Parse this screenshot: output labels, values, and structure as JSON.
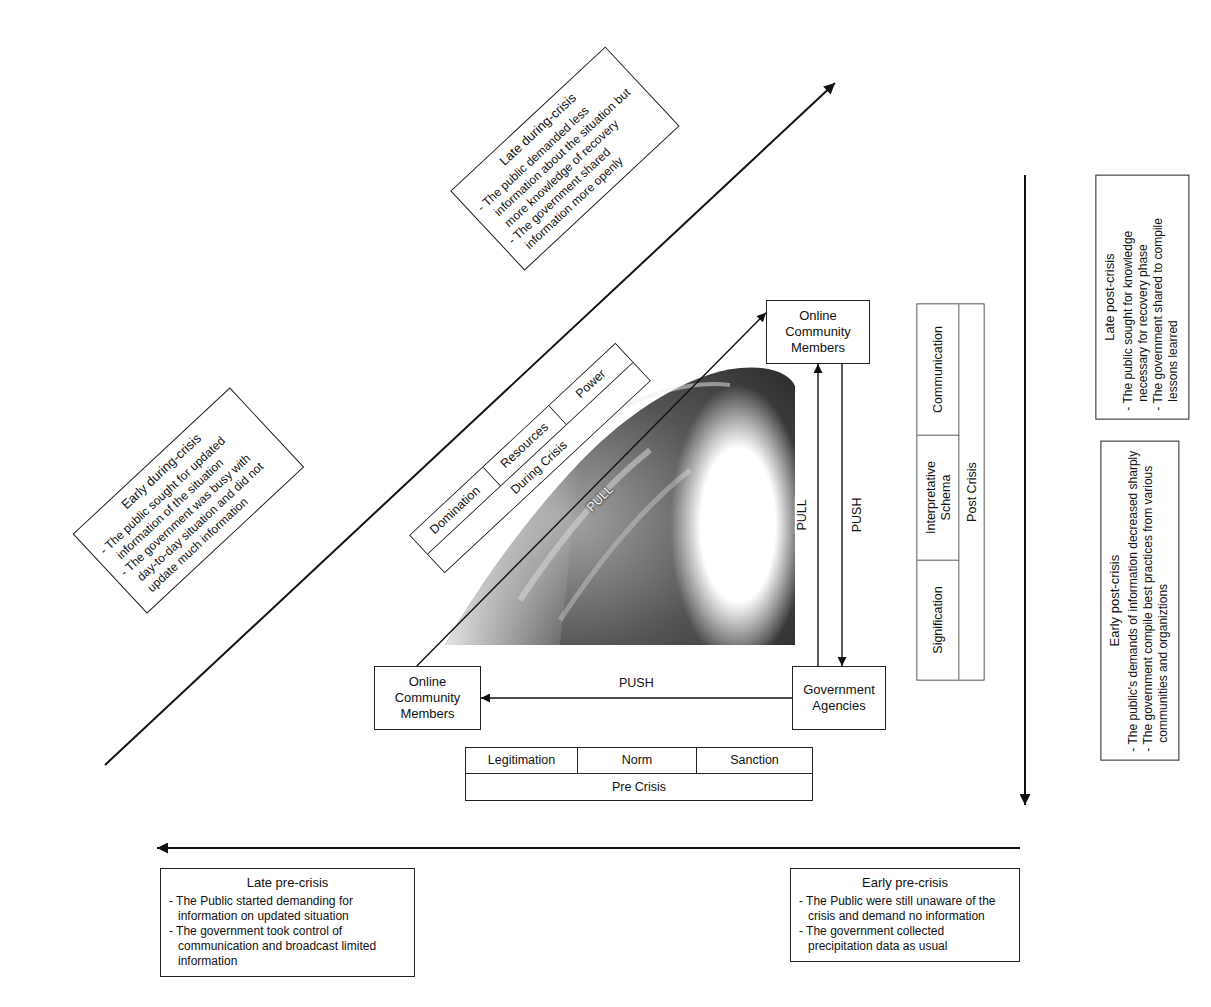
{
  "diagram": {
    "nodes": [
      {
        "text": [
          "Late during-crisis",
          "- The public demanded less information about the situation but more knowledge of recovery",
          "- The government shared information more openly"
        ]
      },
      {
        "text": [
          "Late post-crisis",
          "- The public sought for knowledge necessary for recovery phase",
          "- The government shared to compile lessons learred"
        ]
      },
      {
        "text": [
          "Online Community Members"
        ]
      },
      {
        "text": [
          "Early during-crisis",
          "- The public sought for updated information of the situation",
          "- The government was busy with day-to-day situation and did not update much information"
        ]
      },
      {
        "text": [
          "Early post-crisis",
          "- The public's demands of information decreased sharply",
          "- The government compile best practices from various communities and organiztions"
        ]
      },
      {
        "text": [
          "Online Community Members"
        ]
      },
      {
        "text": [
          "Government Agencies"
        ]
      },
      {
        "text": [
          "Late pre-crisis",
          "- The Public started demanding for information on updated situation",
          "- The government took control of communication and broadcast limited information"
        ]
      },
      {
        "text": [
          "Early pre-crisis",
          "- The Public were still unaware of the crisis and demand no information",
          "- The government collected precipitation data as usual"
        ]
      }
    ],
    "edges": [
      {
        "from": 6,
        "to": 5,
        "label": "PUSH",
        "arrow": "to"
      },
      {
        "from": 5,
        "to": 2,
        "label": "PULL",
        "arrow": "to"
      },
      {
        "from": 6,
        "to": 2,
        "label": "PULL",
        "arrow": "to"
      },
      {
        "from": 2,
        "to": 6,
        "label": "PUSH",
        "arrow": "to"
      }
    ],
    "labels": [
      "Domination",
      "Resources",
      "Power",
      "During Crisis",
      "Legitimation",
      "Norm",
      "Sanction",
      "Pre Crisis",
      "Signification",
      "Interpretative Schema",
      "Communication",
      "Post Crisis"
    ]
  }
}
